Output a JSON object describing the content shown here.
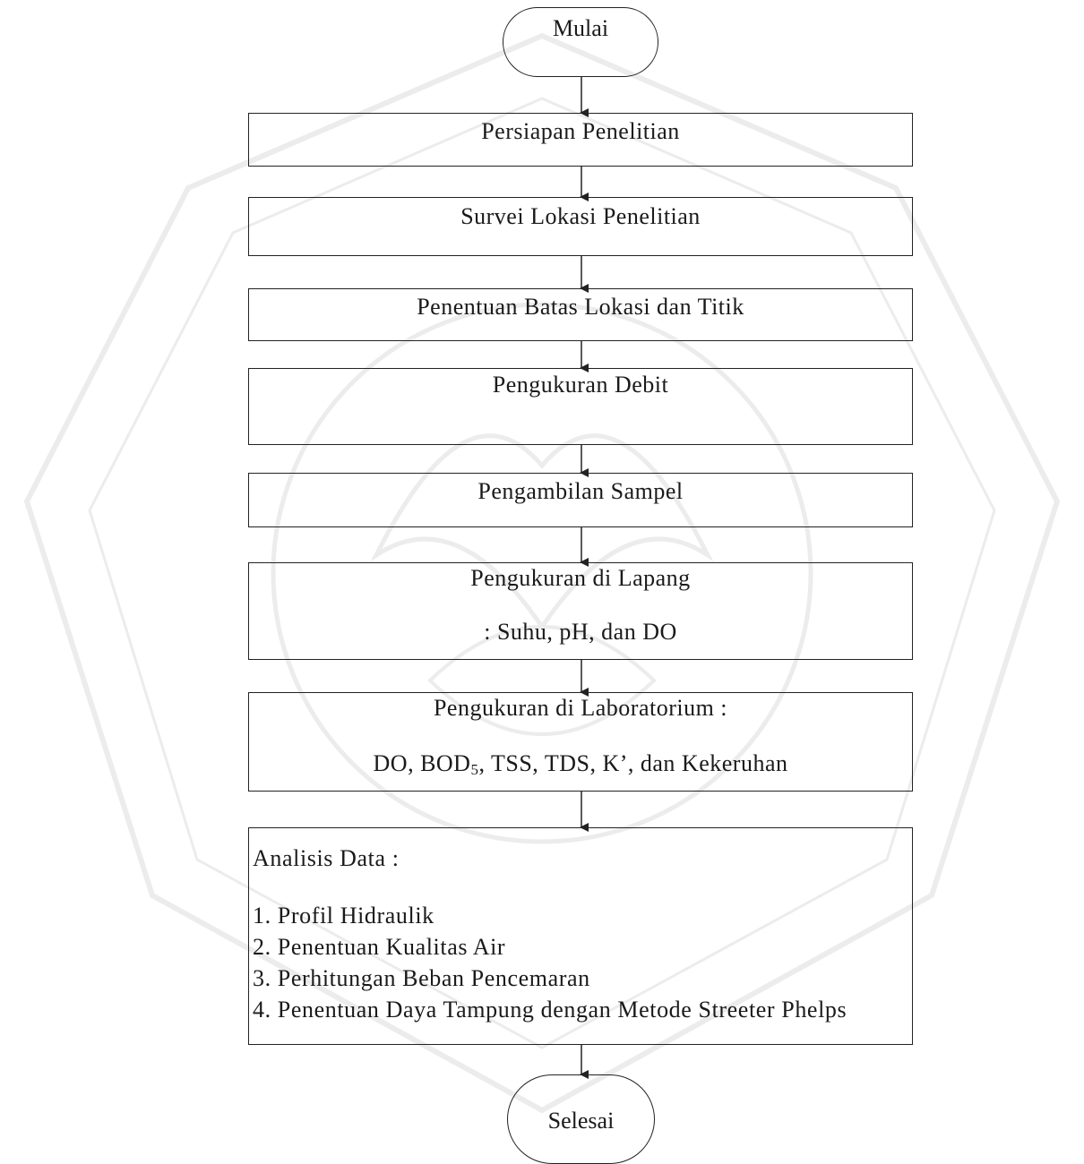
{
  "diagram": {
    "start": "Mulai",
    "end": "Selesai",
    "steps": [
      {
        "label": "Persiapan Penelitian"
      },
      {
        "label": "Survei Lokasi Penelitian"
      },
      {
        "label": "Penentuan Batas Lokasi dan Titik"
      },
      {
        "label": "Pengukuran Debit"
      },
      {
        "label": "Pengambilan Sampel"
      },
      {
        "label": "Pengukuran di Lapang",
        "detail": ": Suhu, pH, dan DO"
      },
      {
        "label": "Pengukuran di Laboratorium :",
        "detail_a": "DO, BOD",
        "detail_sub": "5",
        "detail_b": ", TSS, TDS, K’, dan Kekeruhan"
      }
    ],
    "analysis": {
      "title": "Analisis Data :",
      "items": [
        "1. Profil Hidraulik",
        "2. Penentuan Kualitas Air",
        "3. Perhitungan Beban Pencemaran",
        "4. Penentuan Daya Tampung dengan Metode Streeter Phelps"
      ]
    }
  },
  "colors": {
    "stroke": "#222222",
    "watermark": "#e9e9e9"
  }
}
